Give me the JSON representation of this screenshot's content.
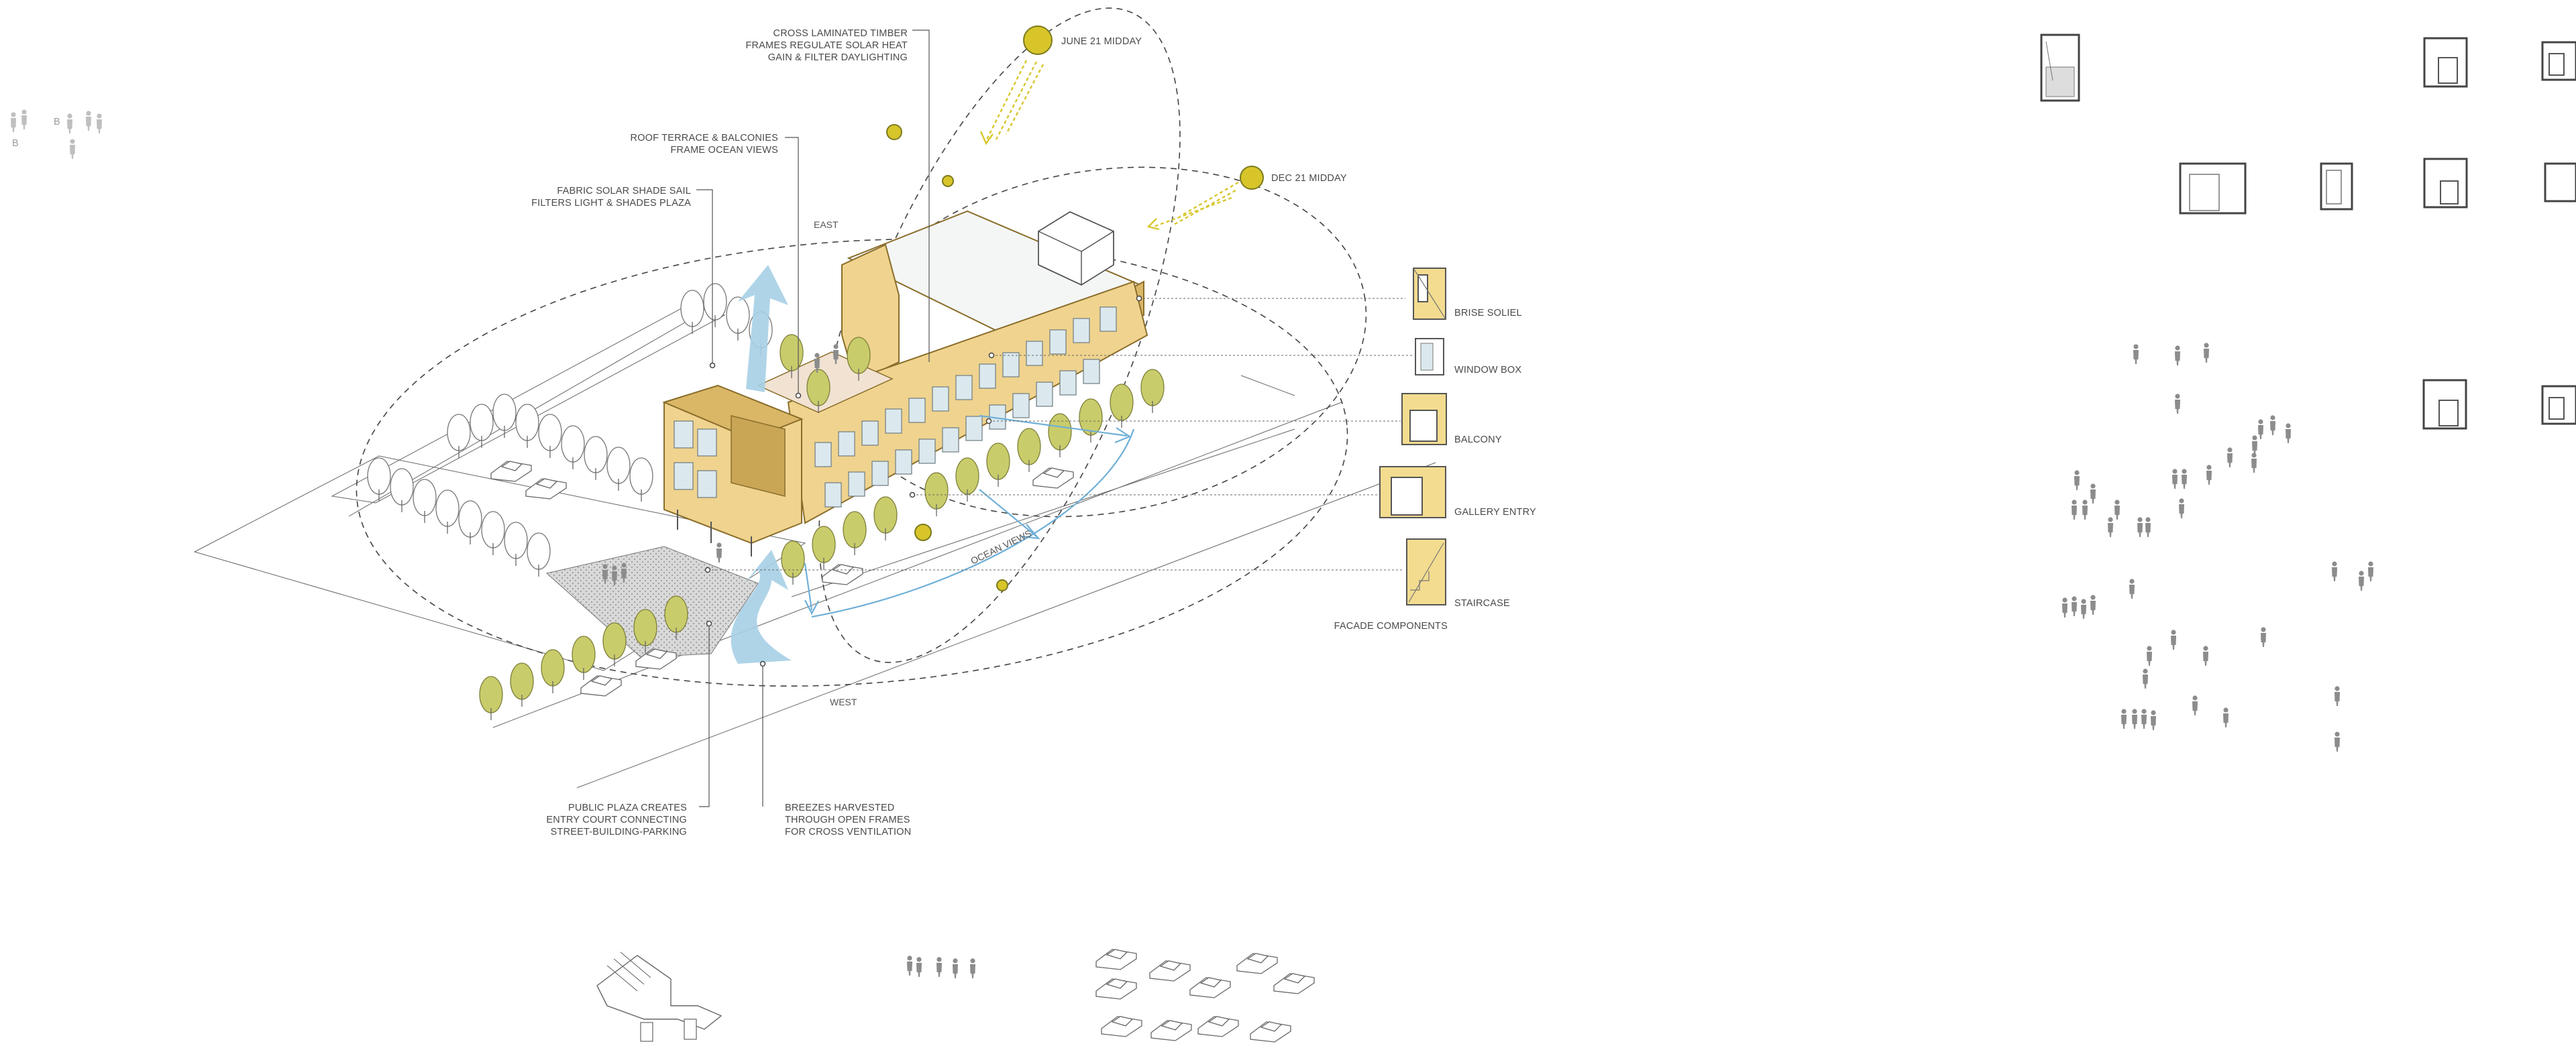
{
  "diagram": {
    "sun_labels": {
      "june": "JUNE 21 MIDDAY",
      "dec": "DEC 21 MIDDAY"
    },
    "compass": {
      "east": "EAST",
      "west": "WEST"
    },
    "ocean_views": "OCEAN VIEWS",
    "callouts": {
      "clt": [
        "CROSS LAMINATED TIMBER",
        "FRAMES REGULATE SOLAR HEAT",
        "GAIN & FILTER DAYLIGHTING"
      ],
      "roof": [
        "ROOF TERRACE & BALCONIES",
        "FRAME OCEAN VIEWS"
      ],
      "sail": [
        "FABRIC SOLAR SHADE SAIL",
        "FILTERS LIGHT & SHADES PLAZA"
      ],
      "plaza": [
        "PUBLIC PLAZA CREATES",
        "ENTRY COURT CONNECTING",
        "STREET-BUILDING-PARKING"
      ],
      "breezes": [
        "BREEZES HARVESTED",
        "THROUGH OPEN FRAMES",
        "FOR CROSS VENTILATION"
      ]
    },
    "facade_components": {
      "title": "FACADE COMPONENTS",
      "items": [
        "BRISE SOLIEL",
        "WINDOW BOX",
        "BALCONY",
        "GALLERY ENTRY",
        "STAIRCASE"
      ]
    },
    "colors": {
      "building": "#efd38e",
      "sun": "#d7c52a",
      "tree_green": "#c9cc6a",
      "airflow_blue": "#a6cfe6",
      "line": "#444444"
    },
    "icons": [
      "sun-icon",
      "tree-icon",
      "car-icon",
      "person-icon",
      "airflow-arrow-icon",
      "module-icon"
    ]
  }
}
